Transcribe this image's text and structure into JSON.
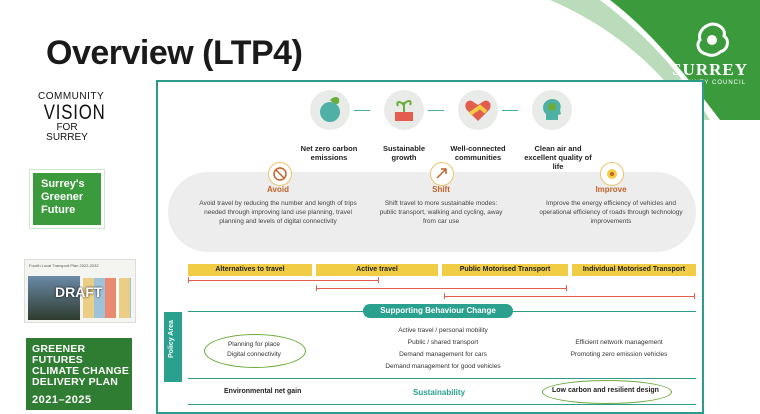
{
  "slide": {
    "title": "Overview (LTP4)",
    "brand_color": "#3a9a3c",
    "accent_teal": "#2aa08f",
    "logo": {
      "name": "SURREY",
      "sub": "COUNTY COUNCIL"
    }
  },
  "sidebar": {
    "community_vision": {
      "line1": "COMMUNITY",
      "line2": "VISION",
      "line3": "FOR SURREY"
    },
    "greener_future": {
      "line1": "Surrey's",
      "line2": "Greener",
      "line3": "Future"
    },
    "ltp_draft": {
      "header": "Fourth Local Transport Plan 2022-2032",
      "stamp": "DRAFT"
    },
    "delivery_plan": {
      "line1": "GREENER FUTURES",
      "line2": "CLIMATE CHANGE",
      "line3": "DELIVERY PLAN",
      "years": "2021–2025"
    }
  },
  "objectives": [
    {
      "label": "Net zero carbon emissions",
      "icon": "globe-leaf-icon"
    },
    {
      "label": "Sustainable growth",
      "icon": "seedling-money-icon"
    },
    {
      "label": "Well-connected communities",
      "icon": "heart-hands-icon"
    },
    {
      "label": "Clean air and excellent quality of life",
      "icon": "head-leaf-icon"
    }
  ],
  "approach": [
    {
      "title": "Avoid",
      "text": "Avoid travel by reducing the number and length of trips needed through improving land use planning, travel planning and levels of digital connectivity"
    },
    {
      "title": "Shift",
      "text": "Shift travel to more sustainable modes: public transport, walking and cycling, away from car use"
    },
    {
      "title": "Improve",
      "text": "Improve the energy efficiency of vehicles and operational efficiency of roads through technology improvements"
    }
  ],
  "modes": [
    "Alternatives to travel",
    "Active travel",
    "Public Motorised Transport",
    "Individual Motorised Transport"
  ],
  "policy": {
    "axis_label": "Policy Area",
    "supporting": "Supporting Behaviour Change",
    "left": [
      "Planning for place",
      "Digital connectivity"
    ],
    "center": [
      "Active travel / personal mobility",
      "Public / shared transport",
      "Demand management for cars",
      "Demand management for good vehicles"
    ],
    "right": [
      "Efficient network management",
      "Promoting zero emission vehicles"
    ],
    "bottom_left": "Environmental net gain",
    "bottom_center": "Sustainability",
    "bottom_right": "Low carbon and resilient design"
  }
}
